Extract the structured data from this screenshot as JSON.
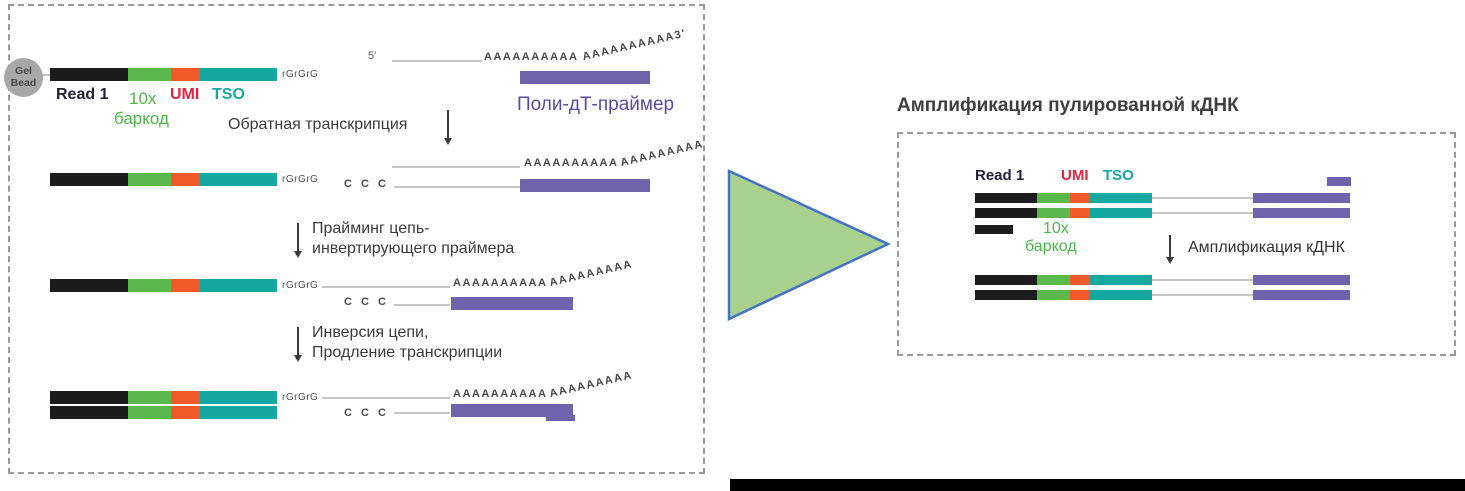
{
  "colors": {
    "read1_black": "#1c1c1c",
    "barcode_green": "#5bb84c",
    "umi_orange": "#f05a28",
    "tso_teal": "#14a8a0",
    "primer_purple": "#6f63ab",
    "umi_text_red": "#e4243b",
    "polyT_text_purple": "#5b4aa2",
    "arrow_fill_green": "#a9d18e",
    "arrow_stroke_blue": "#4472c4"
  },
  "left_panel": {
    "gel_bead": {
      "line1": "Gel",
      "line2": "Bead"
    },
    "labels": {
      "read1": "Read 1",
      "tenx": "10x",
      "umi": "UMI",
      "tso": "TSO",
      "barcode": "баркод"
    },
    "rg": "rGrGrG",
    "five_prime": "5'",
    "polyA": "AAAAAAAAAA",
    "polyA_rise": "AAAAAAAAA",
    "polyA_rise_3p": "AAAAAAAAAA3'",
    "ccc": "C C C",
    "polyT_label": "Поли-дТ-праймер",
    "step1": "Обратная транскрипция",
    "step2_line1": "Прайминг цепь-",
    "step2_line2": "инвертирующего праймера",
    "step3_line1": "Инверсия цепи,",
    "step3_line2": "Продление транскрипции"
  },
  "right_panel": {
    "title": "Амплификация пулированной кДНК",
    "labels": {
      "read1": "Read 1",
      "umi": "UMI",
      "tso": "TSO",
      "tenx": "10x",
      "barcode": "баркод"
    },
    "step": "Амплификация кДНК"
  }
}
